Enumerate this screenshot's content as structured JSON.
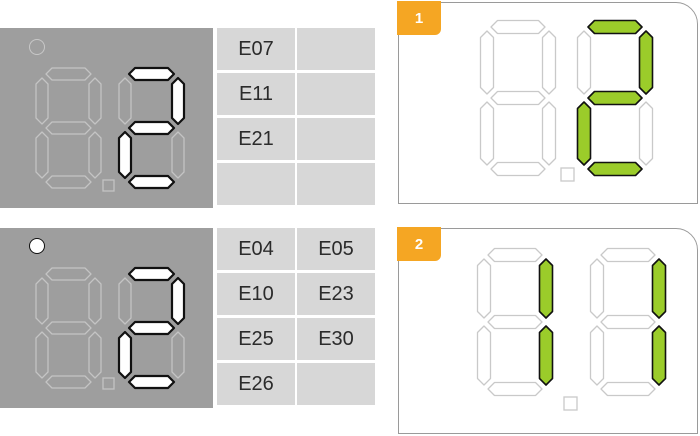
{
  "colors": {
    "lcd_background": "#9e9e9e",
    "table_cell": "#d7d7d7",
    "segment_on_fill": "#ffffff",
    "segment_on_stroke": "#111111",
    "segment_off_stroke": "#c9c9c9",
    "segment_highlight": "#9bcc2a",
    "badge": "#f5a623"
  },
  "row1": {
    "indicator": "hollow-circle",
    "codes": [
      "E07",
      "",
      "E11",
      "",
      "E21",
      "",
      "",
      ""
    ],
    "badge": "1",
    "display_lit": [
      "a",
      "b",
      "g",
      "e",
      "d"
    ]
  },
  "row2": {
    "indicator": "filled-circle",
    "codes": [
      "E04",
      "E05",
      "E10",
      "E23",
      "E25",
      "E30",
      "E26",
      ""
    ],
    "badge": "2",
    "display_lit": [
      "b",
      "c"
    ]
  }
}
